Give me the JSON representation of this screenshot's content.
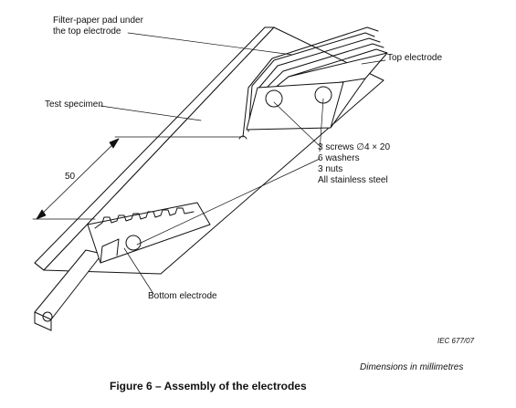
{
  "labels": {
    "filter_paper": "Filter-paper pad under\nthe top electrode",
    "top_electrode": "Top electrode",
    "test_specimen": "Test specimen",
    "screws_block": "3 screws ∅4 × 20\n6 washers\n3 nuts\nAll stainless steel",
    "dimension": "50",
    "bottom_electrode": "Bottom electrode",
    "ref_code": "IEC  677/07",
    "units_note": "Dimensions in millimetres",
    "caption": "Figure 6 – Assembly of the electrodes"
  }
}
